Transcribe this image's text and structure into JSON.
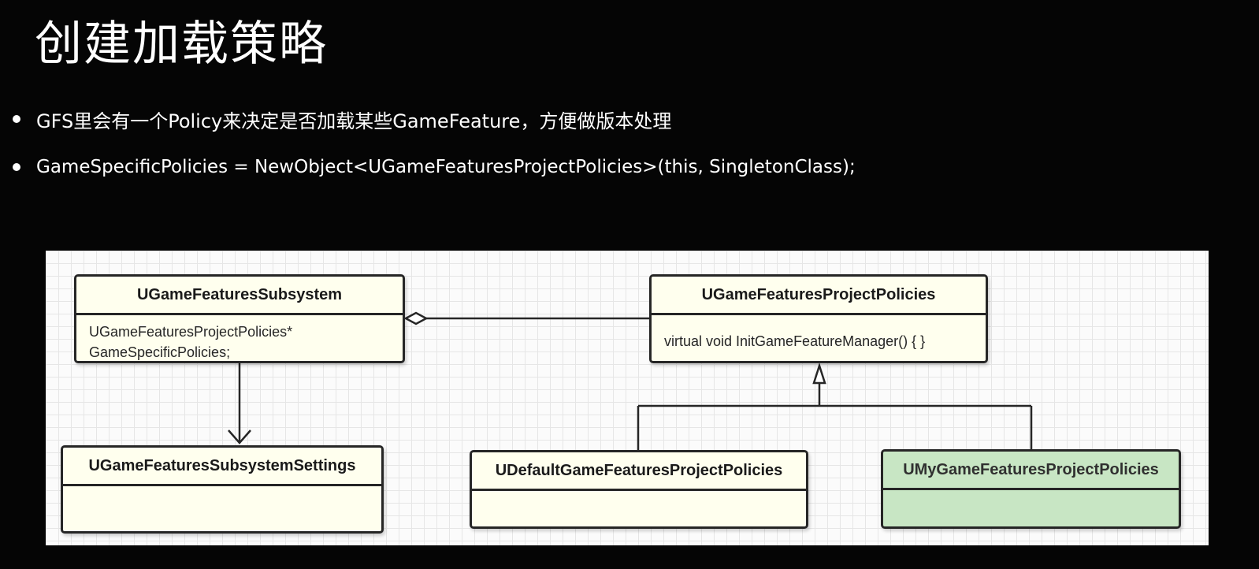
{
  "title": "创建加载策略",
  "bullets": [
    "GFS里会有一个Policy来决定是否加载某些GameFeature，方便做版本处理",
    "GameSpecificPolicies = NewObject<UGameFeaturesProjectPolicies>(this, SingletonClass);"
  ],
  "diagram": {
    "classes": {
      "subsystem": {
        "name": "UGameFeaturesSubsystem",
        "members": [
          "UGameFeaturesProjectPolicies*",
          "GameSpecificPolicies;"
        ]
      },
      "settings": {
        "name": "UGameFeaturesSubsystemSettings"
      },
      "project_policies": {
        "name": "UGameFeaturesProjectPolicies",
        "members": [
          "virtual void InitGameFeatureManager() { }"
        ]
      },
      "default_policies": {
        "name": "UDefaultGameFeaturesProjectPolicies"
      },
      "my_policies": {
        "name": "UMyGameFeaturesProjectPolicies"
      }
    },
    "relations": [
      {
        "from": "project_policies",
        "to": "subsystem",
        "type": "aggregation"
      },
      {
        "from": "subsystem",
        "to": "settings",
        "type": "association"
      },
      {
        "from": "default_policies",
        "to": "project_policies",
        "type": "inheritance"
      },
      {
        "from": "my_policies",
        "to": "project_policies",
        "type": "inheritance"
      }
    ],
    "colors": {
      "class_fill": "#ffffee",
      "highlight_fill": "#c8e6c4",
      "line": "#262626"
    }
  }
}
